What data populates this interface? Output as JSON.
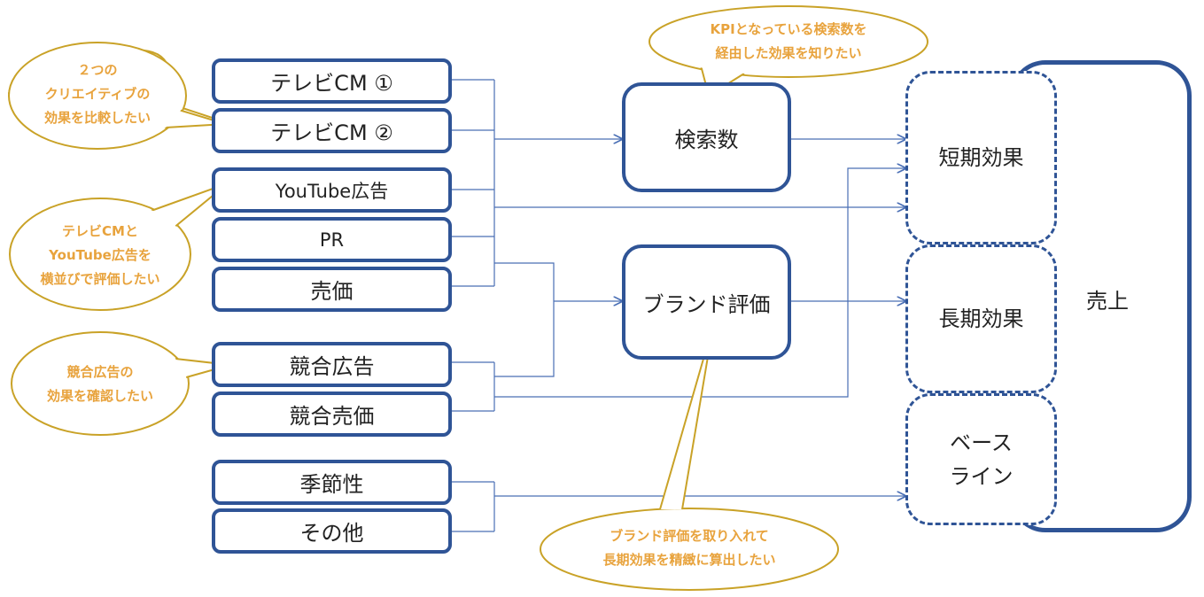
{
  "inputs": [
    {
      "label": "テレビCM ①"
    },
    {
      "label": "テレビCM ②"
    },
    {
      "label": "YouTube広告"
    },
    {
      "label": "PR"
    },
    {
      "label": "売価"
    },
    {
      "label": "競合広告"
    },
    {
      "label": "競合売価"
    },
    {
      "label": "季節性"
    },
    {
      "label": "その他"
    }
  ],
  "intermediates": {
    "search": "検索数",
    "brand": "ブランド評価"
  },
  "effects": {
    "short_term": "短期効果",
    "long_term": "長期効果",
    "baseline_line1": "ベース",
    "baseline_line2": "ライン"
  },
  "sales": "売上",
  "callouts": {
    "compare_tv": {
      "line1": "２つの",
      "line2": "クリエイティブの",
      "line3": "効果を比較したい"
    },
    "tv_vs_youtube": {
      "line1": "テレビCMと",
      "line2": "YouTube広告を",
      "line3": "横並びで評価したい"
    },
    "competitor": {
      "line1": "競合広告の",
      "line2": "効果を確認したい"
    },
    "kpi_search": {
      "line1": "KPIとなっている検索数を",
      "line2": "経由した効果を知りたい"
    },
    "brand_long": {
      "line1": "ブランド評価を取り入れて",
      "line2": "長期効果を精緻に算出したい"
    }
  },
  "colors": {
    "box_border": "#2f5496",
    "connector": "#4a6fb5",
    "callout_border": "#c9a227",
    "callout_text": "#e8a33d"
  }
}
